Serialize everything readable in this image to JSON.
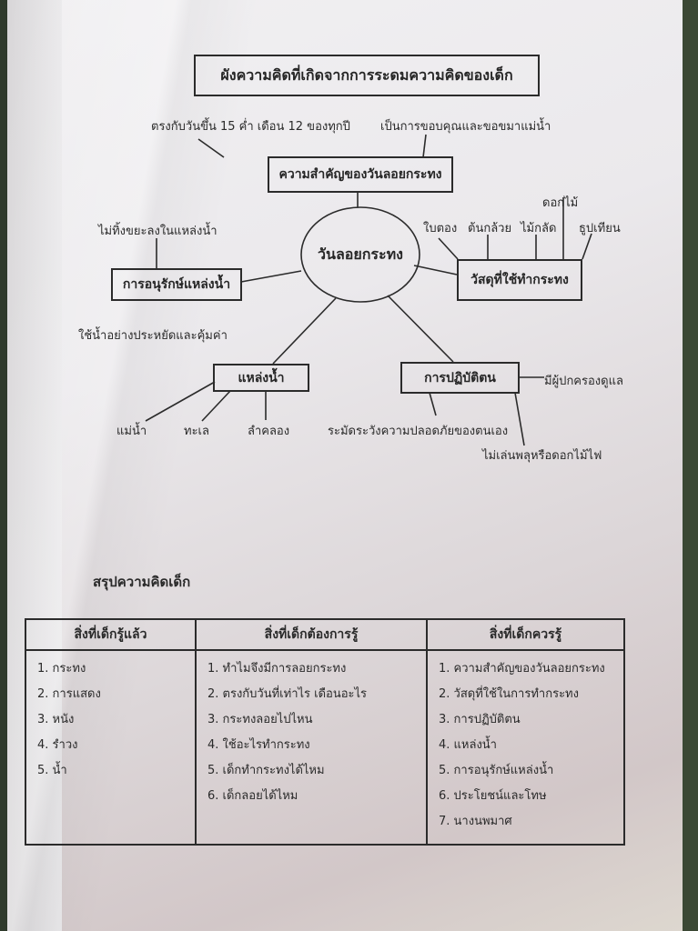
{
  "document": {
    "title": "ผังความคิดที่เกิดจากการระดมความคิดของเด็ก",
    "mindmap": {
      "center": "วันลอยกระทง",
      "branches": {
        "importance": {
          "label": "ความสำคัญของวันลอยกระทง",
          "details": [
            "ตรงกับวันขึ้น 15 ค่ำ เดือน 12 ของทุกปี",
            "เป็นการขอบคุณและขอขมาแม่น้ำ"
          ]
        },
        "conservation": {
          "label": "การอนุรักษ์แหล่งน้ำ",
          "details": [
            "ไม่ทิ้งขยะลงในแหล่งน้ำ",
            "ใช้น้ำอย่างประหยัดและคุ้มค่า"
          ]
        },
        "materials": {
          "label": "วัสดุที่ใช้ทำกระทง",
          "details": [
            "ใบตอง",
            "ต้นกล้วย",
            "ไม้กลัด",
            "ดอกไม้",
            "ธูปเทียน"
          ]
        },
        "water_sources": {
          "label": "แหล่งน้ำ",
          "details": [
            "แม่น้ำ",
            "ทะเล",
            "ลำคลอง"
          ]
        },
        "behavior": {
          "label": "การปฏิบัติตน",
          "details": [
            "มีผู้ปกครองดูแล",
            "ระมัดระวังความปลอดภัยของตนเอง",
            "ไม่เล่นพลุหรือดอกไม้ไฟ"
          ]
        }
      }
    },
    "summary": {
      "heading": "สรุปความคิดเด็ก",
      "columns": [
        {
          "header": "สิ่งที่เด็กรู้แล้ว",
          "items": [
            "1. กระทง",
            "2. การแสดง",
            "3. หนัง",
            "4. รำวง",
            "5. น้ำ"
          ]
        },
        {
          "header": "สิ่งที่เด็กต้องการรู้",
          "items": [
            "1. ทำไมจึงมีการลอยกระทง",
            "2. ตรงกับวันที่เท่าไร เดือนอะไร",
            "3. กระทงลอยไปไหน",
            "4. ใช้อะไรทำกระทง",
            "5. เด็กทำกระทงได้ไหม",
            "6. เด็กลอยได้ไหม"
          ]
        },
        {
          "header": "สิ่งที่เด็กควรรู้",
          "items": [
            "1. ความสำคัญของวันลอยกระทง",
            "2. วัสดุที่ใช้ในการทำกระทง",
            "3. การปฏิบัติตน",
            "4. แหล่งน้ำ",
            "5. การอนุรักษ์แหล่งน้ำ",
            "6. ประโยชน์และโทษ",
            "7. นางนพมาศ"
          ]
        }
      ]
    }
  }
}
